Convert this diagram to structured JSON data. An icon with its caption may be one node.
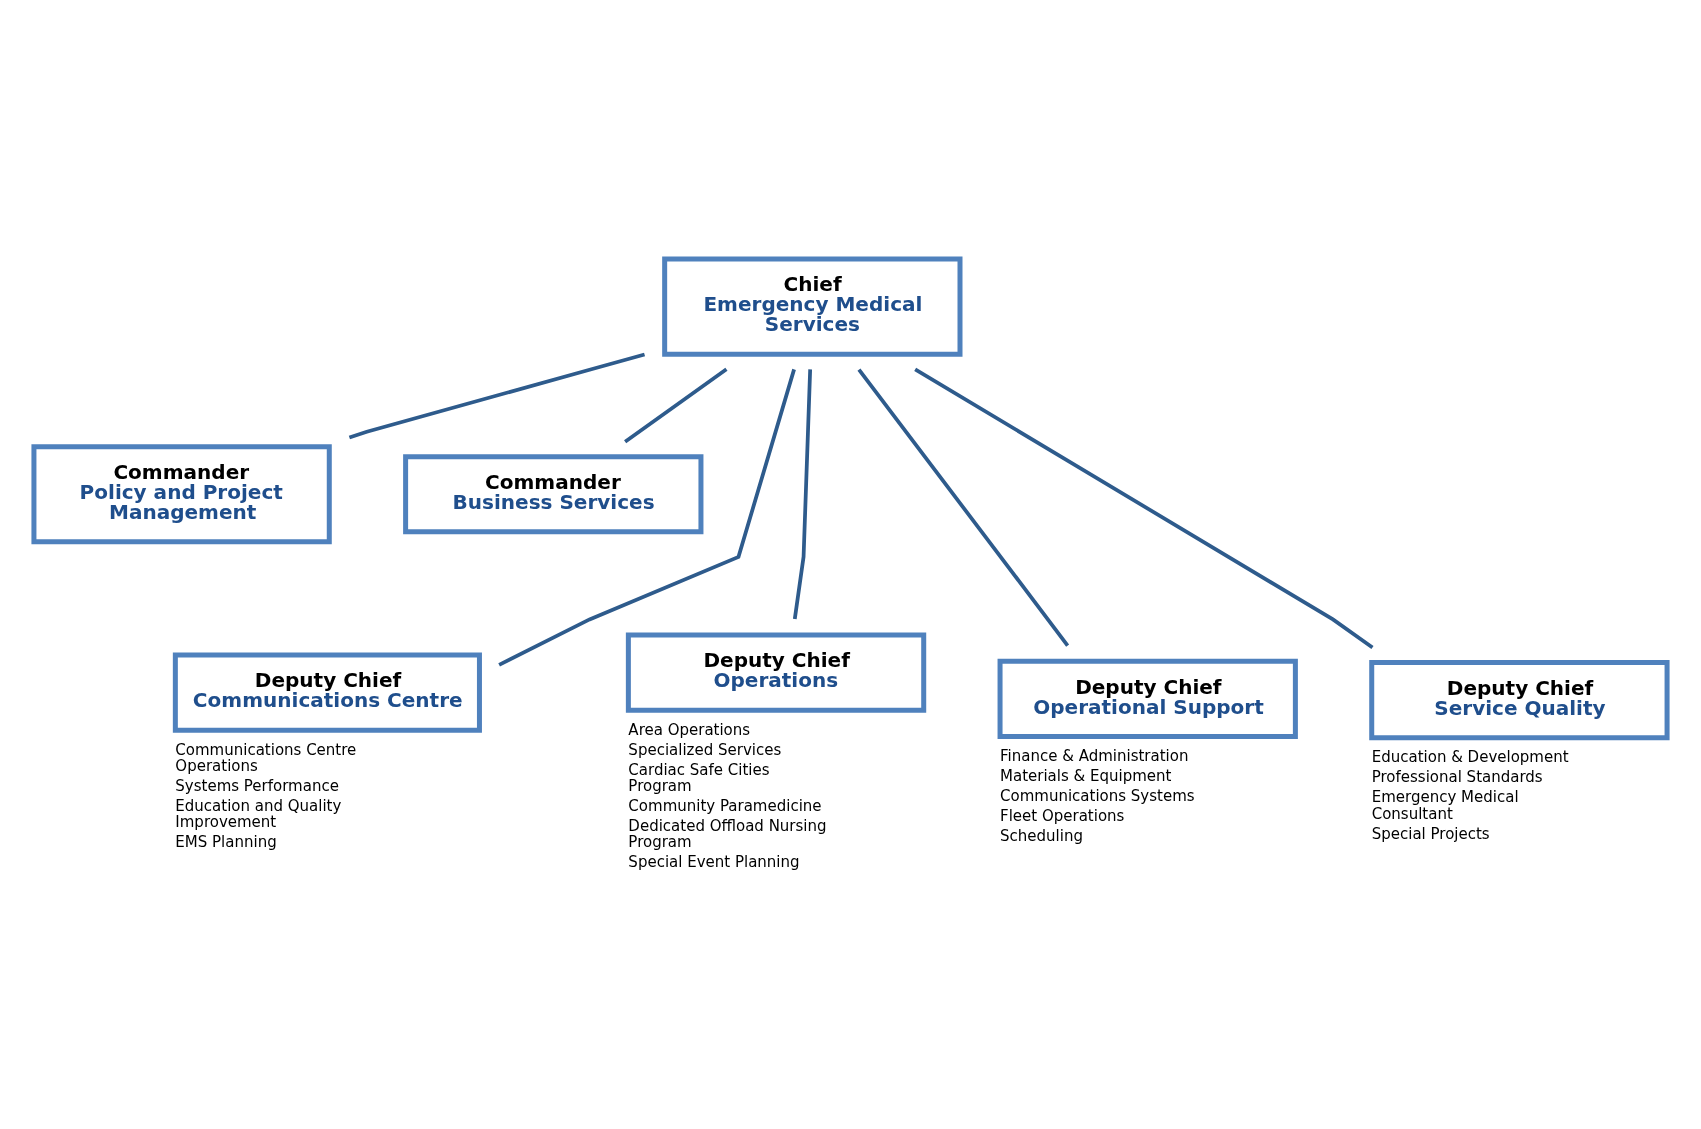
{
  "diagram": {
    "nodes": [
      {
        "text": [
          "Chief",
          "Emergency Medical Services"
        ]
      },
      {
        "text": [
          "Commander",
          "Policy and Project Management"
        ]
      },
      {
        "text": [
          "Commander",
          "Business Services"
        ]
      },
      {
        "text": [
          "Deputy Chief",
          "Communications Centre"
        ],
        "beside": [
          "Communications Centre Operations",
          "Systems Performance",
          "Education and Quality Improvement",
          "EMS Planning"
        ]
      },
      {
        "text": [
          "Deputy Chief",
          "Operations"
        ],
        "beside": [
          "Area Operations",
          "Specialized Services",
          "Cardiac Safe Cities Program",
          "Community Paramedicine",
          "Dedicated Offload Nursing Program",
          "Special Event Planning"
        ]
      },
      {
        "text": [
          "Deputy Chief",
          "Operational Support"
        ],
        "beside": [
          "Finance & Administration",
          "Materials & Equipment",
          "Communications Systems",
          "Fleet Operations",
          "Scheduling"
        ]
      },
      {
        "text": [
          "Deputy Chief",
          "Service Quality"
        ],
        "beside": [
          "Education & Development",
          "Professional Standards",
          "Emergency Medical Consultant",
          "Special Projects"
        ]
      }
    ],
    "edges": [
      {
        "from": 0,
        "to": 1,
        "arrow": "none"
      },
      {
        "from": 0,
        "to": 2,
        "arrow": "none"
      },
      {
        "from": 0,
        "to": 3,
        "arrow": "none"
      },
      {
        "from": 0,
        "to": 4,
        "arrow": "none"
      },
      {
        "from": 0,
        "to": 5,
        "arrow": "none"
      },
      {
        "from": 0,
        "to": 6,
        "arrow": "none"
      }
    ]
  }
}
